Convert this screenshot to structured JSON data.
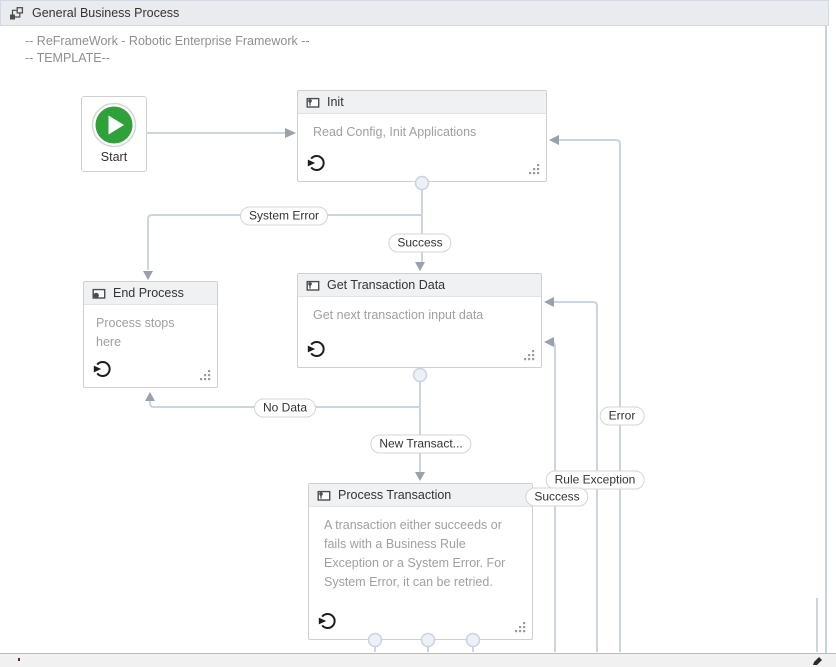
{
  "header": {
    "title": "General Business Process"
  },
  "subtitle": {
    "line1": "-- ReFrameWork - Robotic Enterprise Framework --",
    "line2": "-- TEMPLATE--"
  },
  "start": {
    "label": "Start"
  },
  "states": {
    "init": {
      "title": "Init",
      "desc": "Read Config, Init Applications"
    },
    "end_process": {
      "title": "End Process",
      "desc": "Process stops here"
    },
    "get_transaction_data": {
      "title": "Get Transaction Data",
      "desc": "Get next transaction input data"
    },
    "process_transaction": {
      "title": "Process Transaction",
      "desc": "A transaction either succeeds or fails with a Business Rule Exception or a System Error. For System Error, it can be retried."
    }
  },
  "transitions": {
    "system_error": "System Error",
    "success_to_get_data": "Success",
    "no_data": "No Data",
    "new_transaction": "New Transact...",
    "error": "Error",
    "rule_exception": "Rule Exception",
    "success_from_process": "Success"
  },
  "icons": {
    "titlebar": "flowchart-icon",
    "state_header": "state-icon",
    "final_state_header": "final-state-icon",
    "box_bottom_left": "state-entry-icon",
    "box_bottom_right": "resize-grip-icon",
    "start": "start-play-icon",
    "bottom_right": "pen-cursor-icon"
  },
  "colors": {
    "titlebar_bg": "#e9ebef",
    "state_header_bg": "#f0f1f3",
    "connector_line": "#ccd4e2",
    "arrowhead": "#9ba1ab",
    "start_green": "#2fa139",
    "desc_text": "#a0a0a0",
    "port_fill": "#edf0f6",
    "panel_border": "#c9d2e2"
  }
}
